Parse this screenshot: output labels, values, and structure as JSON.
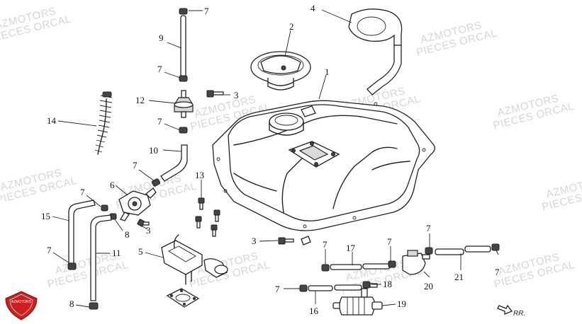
{
  "watermark": {
    "line1": "AZMOTORS",
    "line2": "PIECES ORCAL"
  },
  "logo": {
    "text": "AZMOTORS",
    "color": "#cc1f1f"
  },
  "direction": {
    "label": "RR."
  },
  "callouts": {
    "c1": "1",
    "c2": "2",
    "c3a": "3",
    "c3b": "3",
    "c3c": "3",
    "c4": "4",
    "c5": "5",
    "c6": "6",
    "c7a": "7",
    "c7b": "7",
    "c7c": "7",
    "c7d": "7",
    "c7e": "7",
    "c7f": "7",
    "c7g": "7",
    "c7h": "7",
    "c7i": "7",
    "c7j": "7",
    "c7k": "7",
    "c8a": "8",
    "c8b": "8",
    "c9": "9",
    "c10": "10",
    "c11": "11",
    "c12": "12",
    "c13": "13",
    "c14": "14",
    "c15": "15",
    "c16": "16",
    "c17": "17",
    "c18": "18",
    "c19": "19",
    "c20": "20",
    "c21": "21"
  }
}
